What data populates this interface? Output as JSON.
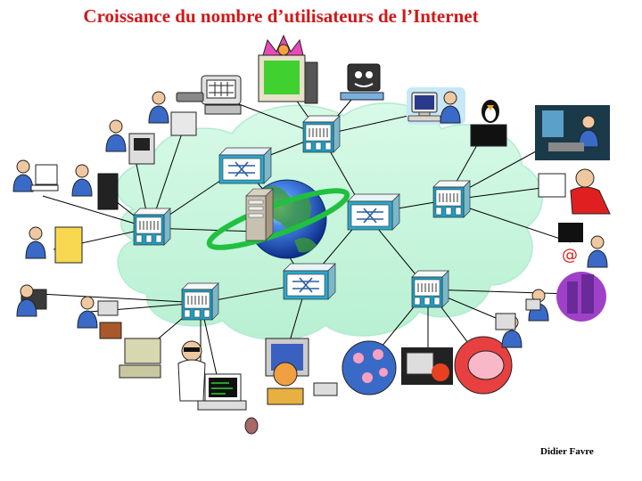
{
  "title": "Croissance du nombre d’utilisateurs de l’Internet",
  "author": "Didier Favre",
  "colors": {
    "title": "#d01818",
    "cloud": "#c8f5dc",
    "cloud_edge": "#a8ecc8",
    "switch_face": "#29a6c9",
    "hub_face": "#f4f4f4",
    "globe": "#1f5fd0",
    "ring": "#2ecc44",
    "link": "#000000"
  },
  "nodes": {
    "routers": [
      "router-1",
      "router-2",
      "router-3"
    ],
    "hubs": [
      "hub-top",
      "hub-left",
      "hub-right",
      "hub-bottom-left",
      "hub-bottom-right"
    ]
  },
  "users": [
    "user-pc-doctor",
    "user-screen-teeth",
    "user-monitor-devil",
    "user-monitor-face",
    "user-desk-worker",
    "user-penguin",
    "user-woman-pc",
    "user-man-phone",
    "user-old-man-pc",
    "user-student-pc",
    "user-hacker-pc",
    "user-buildings",
    "user-family-pc",
    "user-pig-disk",
    "user-pc-fire",
    "user-globe-people",
    "user-kid-pc",
    "user-sunglasses-man",
    "user-laptop-code",
    "user-broken-pc",
    "user-girl-pc",
    "user-woman-typing",
    "user-boy-desk",
    "user-man-book"
  ]
}
